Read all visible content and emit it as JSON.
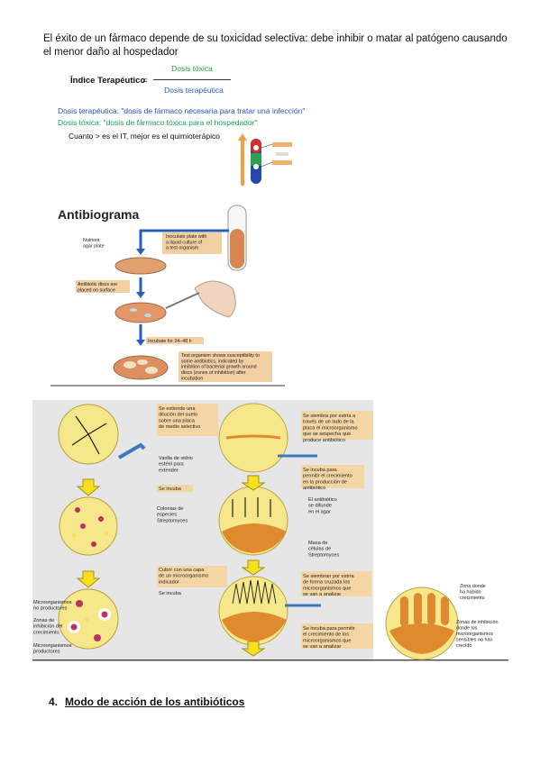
{
  "intro": "El éxito de un fármaco depende de su toxicidad selectiva: debe inhibir o matar al patógeno causando el menor daño al hospedador",
  "therapeutic_index": {
    "label": "Índice Terapéutico",
    "equals": "=",
    "numerator": "Dosis tóxica",
    "denominator": "Dosis terapéutica"
  },
  "definitions": {
    "therapeutic": "Dosis terapéutica: \"dosis de fármaco necesaria para tratar una infección\"",
    "toxic": "Dosis tóxica: \"dosis de fármaco tóxica para el hospedador\"",
    "it_line": "Cuanto > es el IT, mejor es el quimioterápico"
  },
  "antibiogram": {
    "title": "Antibiograma",
    "nutrient": "Nutrient\nagar plate",
    "inoculate": "Inoculate plate with\na liquid culture of\na test organism",
    "discs": "Antibiotic discs are\nplaced on surface",
    "incubate": "Incubate for 24–48 h",
    "result": "Test organism shows susceptibility to\nsome antibiotics, indicated by\ninhibition of bacterial growth around\ndiscs (zones of inhibition) after\nincubation"
  },
  "screening": {
    "s1": "Se extiende una\ndilución del suelo\nsobre una placa\nde medio selectivo",
    "rod": "Varilla de vidrio\nestéril para\nextender",
    "incuba": "Se incuba",
    "colonies": "Colonias de\nespecies\nStreptomyces",
    "cover": "Cubrir con una capa\nde un microorganismo\nindicador",
    "incuba2": "Se incuba",
    "nonprod": "Microorganismos\nno productores",
    "zones": "Zonas de\ninhibición del\ncrecimiento",
    "prod": "Microorganismos\nproductores",
    "r1": "Se siembra por estría a\ntravés de un lado de la\nplaca el microorganismo\nque se sospecha que\nproduce antibiótico",
    "r2": "Se incuba para\npermitir el crecimiento\nen la producción de\nantibiótico",
    "r3": "El antibiótico\nse difunde\nen el agar",
    "r4": "Masa de\ncélulas de\nStreptomyces",
    "r5": "Se siembran por estría\nde forma cruzada los\nmicroorganismos que\nse van a analizar",
    "r6": "Se incuba para permitir\nel crecimiento de los\nmicroorganismos que\nse van a analizar",
    "f1": "Zona donde\nha habido\ncrecimiento",
    "f2": "Zonas de inhibición\ndonde los\nmicroorganismos\nsensibles no han\ncrecido"
  },
  "section": {
    "number": "4.",
    "title": "Modo de acción de los antibióticos"
  }
}
